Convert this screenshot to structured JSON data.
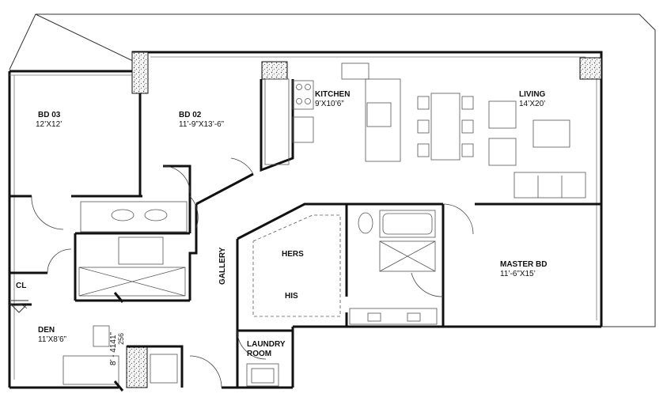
{
  "rooms": {
    "bd03": {
      "name": "BD 03",
      "size": "12’X12’"
    },
    "bd02": {
      "name": "BD 02",
      "size": "11’-9”X13’-6”"
    },
    "kitchen": {
      "name": "KITCHEN",
      "size": "9’X10’6”"
    },
    "living": {
      "name": "LIVING",
      "size": "14’X20’"
    },
    "master": {
      "name": "MASTER BD",
      "size": "11’-6”X15’"
    },
    "den": {
      "name": "DEN",
      "size": "11’X8’6”"
    },
    "laundry": {
      "line1": "LAUNDRY",
      "line2": "ROOM"
    },
    "hers": {
      "name": "HERS"
    },
    "his": {
      "name": "HIS"
    },
    "gallery": {
      "name": "GALLERY"
    },
    "closet": {
      "name": "CL"
    }
  },
  "annotations": {
    "dim_a": "8’ - 4141”",
    "dim_b": "256"
  }
}
